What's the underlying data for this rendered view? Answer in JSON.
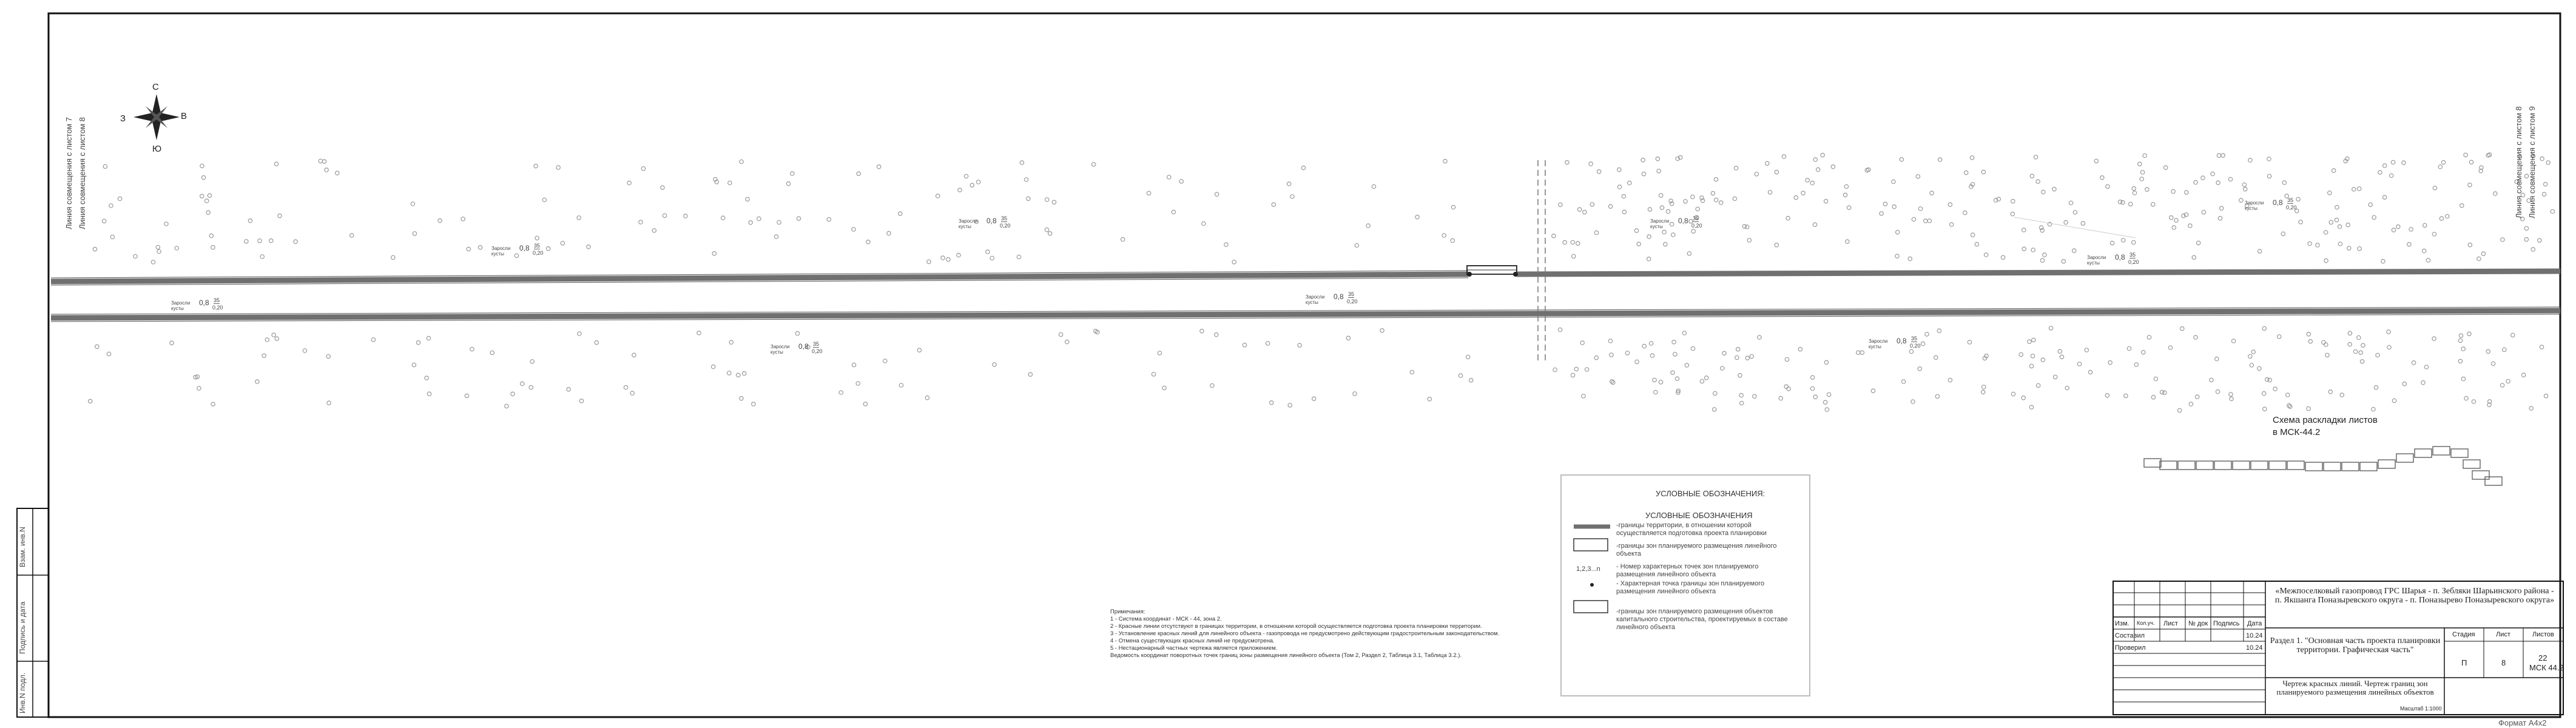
{
  "compass": {
    "north": "С",
    "south": "Ю",
    "east": "В",
    "west": "З"
  },
  "match_lines": {
    "left_1": "Линия совмещения с листом 7",
    "left_2": "Линия совмещения с листом 8",
    "right_1": "Линия совмещения с листом 8",
    "right_2": "Линия совмещения с листом 9"
  },
  "plot_labels": [
    {
      "a": "Заросли",
      "b": "кусты",
      "c": "0,8",
      "d": "35",
      "e": "0,20"
    },
    {
      "a": "Заросли",
      "b": "кусты",
      "c": "0,8",
      "d": "35",
      "e": "0,20"
    },
    {
      "a": "Заросли",
      "b": "кусты",
      "c": "0,8",
      "d": "35",
      "e": "0,20"
    },
    {
      "a": "Заросли",
      "b": "кусты",
      "c": "0,8",
      "d": "35",
      "e": "0,20"
    },
    {
      "a": "Заросли",
      "b": "кусты",
      "c": "0,8",
      "d": "35",
      "e": "0,20"
    },
    {
      "a": "Заросли",
      "b": "кусты",
      "c": "0,8",
      "d": "35",
      "e": "0,20"
    },
    {
      "a": "Заросли",
      "b": "кусты",
      "c": "0,8",
      "d": "35",
      "e": "0,20"
    },
    {
      "a": "Заросли",
      "b": "кусты",
      "c": "0,8",
      "d": "35",
      "e": "0,20"
    },
    {
      "a": "Заросли",
      "b": "кусты",
      "c": "0,8",
      "d": "35",
      "e": "0,20"
    }
  ],
  "scheme": {
    "title_1": "Схема раскладки листов",
    "title_2": "в МСК-44.2"
  },
  "legend": {
    "header_outer": "УСЛОВНЫЕ ОБОЗНАЧЕНИЯ:",
    "header_inner": "УСЛОВНЫЕ ОБОЗНАЧЕНИЯ",
    "item1": "-границы территории, в отношении которой осуществляется подготовка проекта планировки",
    "item2": "-границы зон планируемого размещения линейного объекта",
    "item3_symbol": "1,2,3...n",
    "item3": "- Номер характерных точек зон планируемого размещения линейного объекта",
    "item4": "- Характерная точка границы зон планируемого размещения линейного объекта",
    "item5": "-границы зон планируемого размещения объектов капитального строительства, проектируемых в составе линейного объекта"
  },
  "notes": {
    "title": "Примечания:",
    "lines": [
      "1 - Система координат - МСК - 44, зона 2.",
      "2 - Красные линии отсутствуют в границах территории, в отношении которой осуществляется подготовка проекта планировки территории.",
      "3 - Установление красных линий для линейного объекта - газопровода не предусмотрено действующим градостроительным законодательством.",
      "4 - Отмена существующих красных линий не предусмотрена.",
      "5 - Нестационарный частных чертежа является приложением.",
      "Ведомость координат поворотных точек границ зоны размещения линейного объекта (Том 2, Раздел 2, Таблица 3.1, Таблица 3.2.)."
    ]
  },
  "stamp": {
    "vertical": [
      "Взам. инв.N",
      "Подпись и дата",
      "Инв.N подл."
    ]
  },
  "title_block": {
    "hdr_izm": "Изм.",
    "hdr_koluch": "Кол.уч.",
    "hdr_list": "Лист",
    "hdr_ndok": "№ док",
    "hdr_podpis": "Подпись",
    "hdr_data": "Дата",
    "row1_role": "Составил",
    "row1_date": "10.24",
    "row2_role": "Проверил",
    "row2_date": "10.24",
    "project": "«Межпоселковый газопровод ГРС Шарья - п. Зебляки Шарьинского района - п. Якшанга Поназыревского округа - п. Поназырево Поназыревского округа»",
    "section": "Раздел 1. \"Основная часть проекта планировки территории. Графическая часть\"",
    "stage_label": "Стадия",
    "sheet_label": "Лист",
    "sheets_label": "Листов",
    "stage": "П",
    "sheet": "8",
    "sheets": "22",
    "system": "МСК 44.2",
    "drawing": "Чертеж красных линий. Чертеж границ зон планируемого размещения линейных объектов",
    "scale": "Масштаб 1:1000"
  },
  "format": "Формат А4х2"
}
